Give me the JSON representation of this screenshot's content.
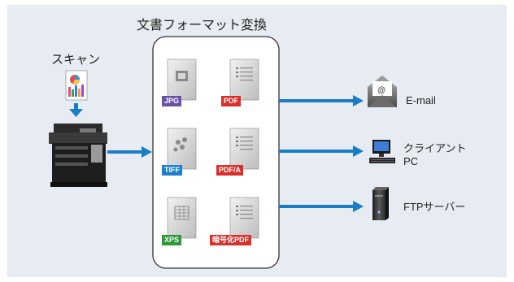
{
  "diagram": {
    "title": "文書フォーマット変換",
    "scan_label": "スキャン",
    "formats": [
      {
        "label": "JPG",
        "color": "#6a52a8",
        "doc": "image"
      },
      {
        "label": "PDF",
        "color": "#d9302c",
        "doc": "text"
      },
      {
        "label": "TIFF",
        "color": "#1d80c9",
        "doc": "puzzle"
      },
      {
        "label": "PDF/A",
        "color": "#d9302c",
        "doc": "text"
      },
      {
        "label": "XPS",
        "color": "#2e9a3a",
        "doc": "grid"
      },
      {
        "label": "暗号化PDF",
        "color": "#d9302c",
        "doc": "text"
      }
    ],
    "destinations": [
      {
        "icon": "mail-envelope-icon",
        "lines": [
          "E-mail"
        ]
      },
      {
        "icon": "computer-pc-icon",
        "lines": [
          "クライアント",
          "PC"
        ]
      },
      {
        "icon": "server-tower-icon",
        "lines": [
          "FTPサーバー"
        ]
      }
    ],
    "colors": {
      "arrow": "#1a7cc4",
      "panel_bg": "#e6ecf1",
      "box_border": "#333333"
    }
  }
}
